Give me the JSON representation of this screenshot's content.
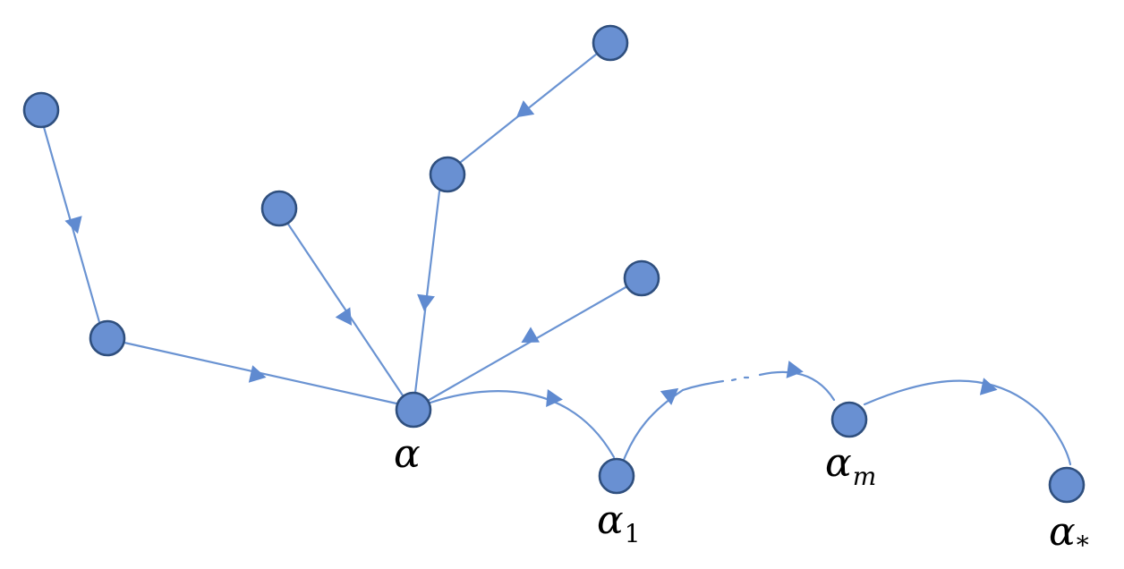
{
  "colors": {
    "node_fill": "#6990d2",
    "node_stroke": "#2f4f7e",
    "edge": "#6a93d2",
    "arrowhead": "#5f8ad0",
    "label": "#000000"
  },
  "labels": {
    "alpha": {
      "base": "α",
      "sub": ""
    },
    "alpha_1": {
      "base": "α",
      "sub": "1"
    },
    "alpha_m": {
      "base": "α",
      "sub": "m"
    },
    "alpha_star": {
      "base": "α",
      "sub": "*"
    }
  }
}
